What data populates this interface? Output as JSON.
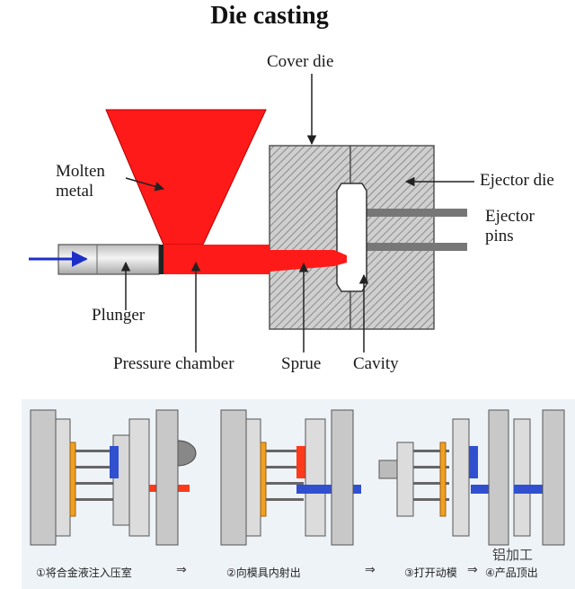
{
  "title": "Die casting",
  "labels": {
    "cover_die": "Cover die",
    "molten_metal": "Molten\nmetal",
    "ejector_die": "Ejector die",
    "ejector_pins": "Ejector\npins",
    "plunger": "Plunger",
    "pressure_chamber": "Pressure chamber",
    "sprue": "Sprue",
    "cavity": "Cavity"
  },
  "steps": [
    "①将合金液注入压室",
    "②向模具内射出",
    "③打开动模",
    "④产品顶出"
  ],
  "arrow_glyph": "⇒",
  "watermark": "铝加工",
  "colors": {
    "molten": "#ff1a1a",
    "die_hatch": "#888888",
    "plunger": "#d8d8d8",
    "inlet_arrow": "#1e2fc8",
    "pin": "#777777",
    "orange_plate": "#f0a020",
    "blue_part": "#3050d0"
  }
}
